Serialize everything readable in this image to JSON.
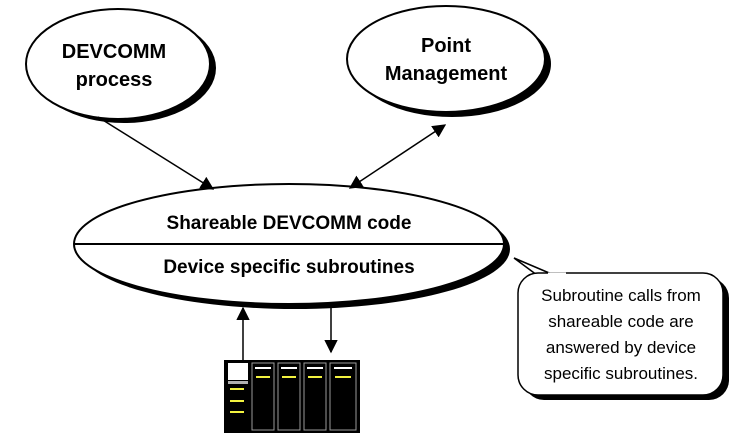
{
  "nodes": {
    "devcomm_process": {
      "line1": "DEVCOMM",
      "line2": "process"
    },
    "point_management": {
      "line1": "Point",
      "line2": "Management"
    },
    "shareable_code": {
      "label": "Shareable DEVCOMM code"
    },
    "device_subroutines": {
      "label": "Device specific subroutines"
    }
  },
  "callout": {
    "lines": [
      "Subroutine calls from",
      "shareable code are",
      "answered by device",
      "specific subroutines."
    ]
  },
  "colors": {
    "outline": "#000000",
    "shadow": "#000000",
    "device_body": "#000000",
    "device_accent": "#f2f240",
    "device_panel": "#ffffff"
  },
  "icons": {
    "device": "server-rack-icon"
  }
}
